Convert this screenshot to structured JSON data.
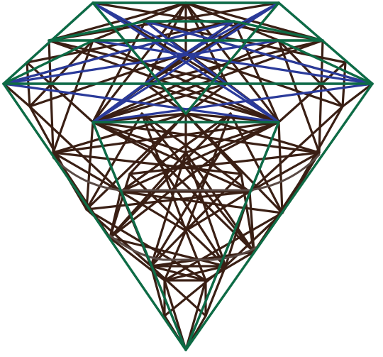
{
  "figure": {
    "subject": "diamond",
    "background": "#ffffff",
    "colors": {
      "outline": "#0d6b45",
      "table_and_facets": "#2a3a9a",
      "construction": "#3a1f14",
      "girdle_curves": "#5a4a45"
    },
    "layers": [
      "construction-lines",
      "girdle-curves",
      "blue-lines",
      "green-outline"
    ]
  }
}
